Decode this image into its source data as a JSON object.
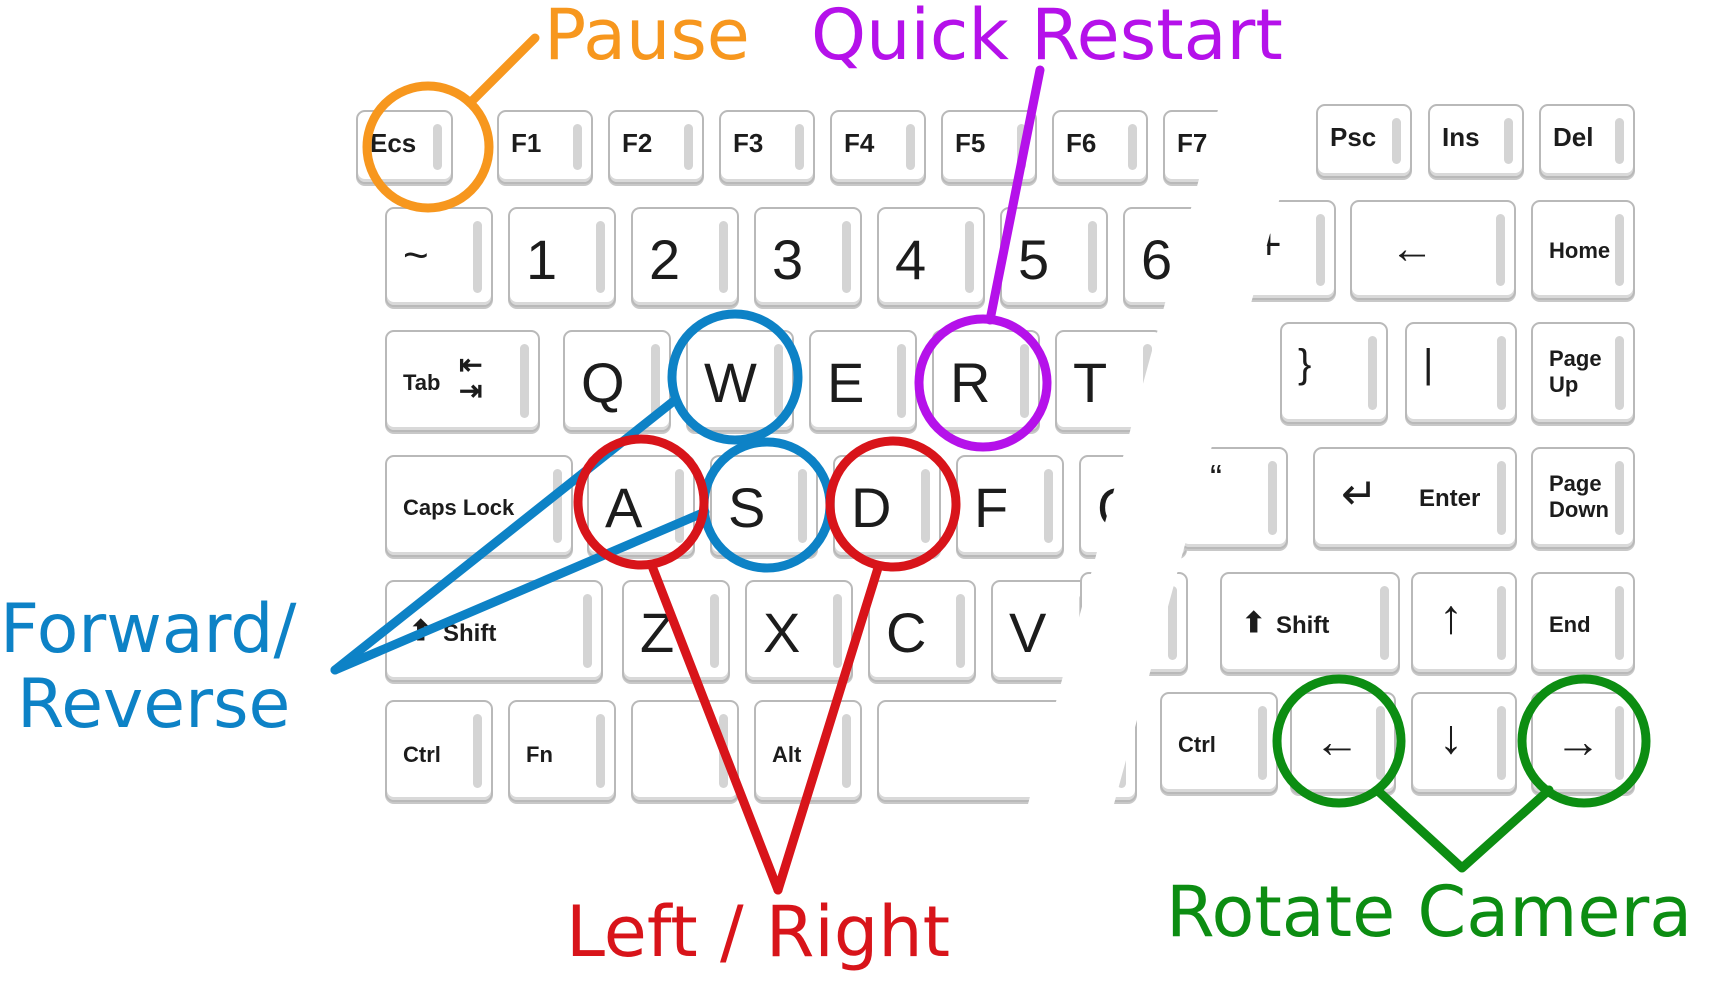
{
  "keyboard": {
    "esc": "Ecs",
    "f1": "F1",
    "f2": "F2",
    "f3": "F3",
    "f4": "F4",
    "f5": "F5",
    "f6": "F6",
    "f7": "F7",
    "psc": "Psc",
    "ins": "Ins",
    "del": "Del",
    "tilde": "~",
    "n1": "1",
    "n2": "2",
    "n3": "3",
    "n4": "4",
    "n5": "5",
    "n6": "6",
    "plus": "+",
    "backspace": "←",
    "home": "Home",
    "tab": "Tab",
    "q": "Q",
    "w": "W",
    "e": "E",
    "r": "R",
    "t": "T",
    "brace": "}",
    "pipe": "|",
    "pageup": "Page Up",
    "caps": "Caps Lock",
    "a": "A",
    "s": "S",
    "d": "D",
    "f": "F",
    "g": "G",
    "quote": "“",
    "enter": "Enter",
    "pagedown": "Page Down",
    "shift": "Shift",
    "z": "Z",
    "x": "X",
    "c": "C",
    "v": "V",
    "rshift": "Shift",
    "up": "↑",
    "end": "End",
    "ctrl": "Ctrl",
    "fn": "Fn",
    "alt": "Alt",
    "rctrl": "Ctrl",
    "left": "←",
    "down": "↓",
    "right": "→"
  },
  "annotations": {
    "pause": "Pause",
    "restart": "Quick Restart",
    "forward_line1": "Forward/",
    "forward_line2": "Reverse",
    "leftright": "Left / Right",
    "camera": "Rotate Camera"
  },
  "colors": {
    "pause": "#f7971e",
    "restart": "#b511ea",
    "forward": "#0d82c6",
    "leftright": "#d8141a",
    "camera": "#0c8d12"
  }
}
